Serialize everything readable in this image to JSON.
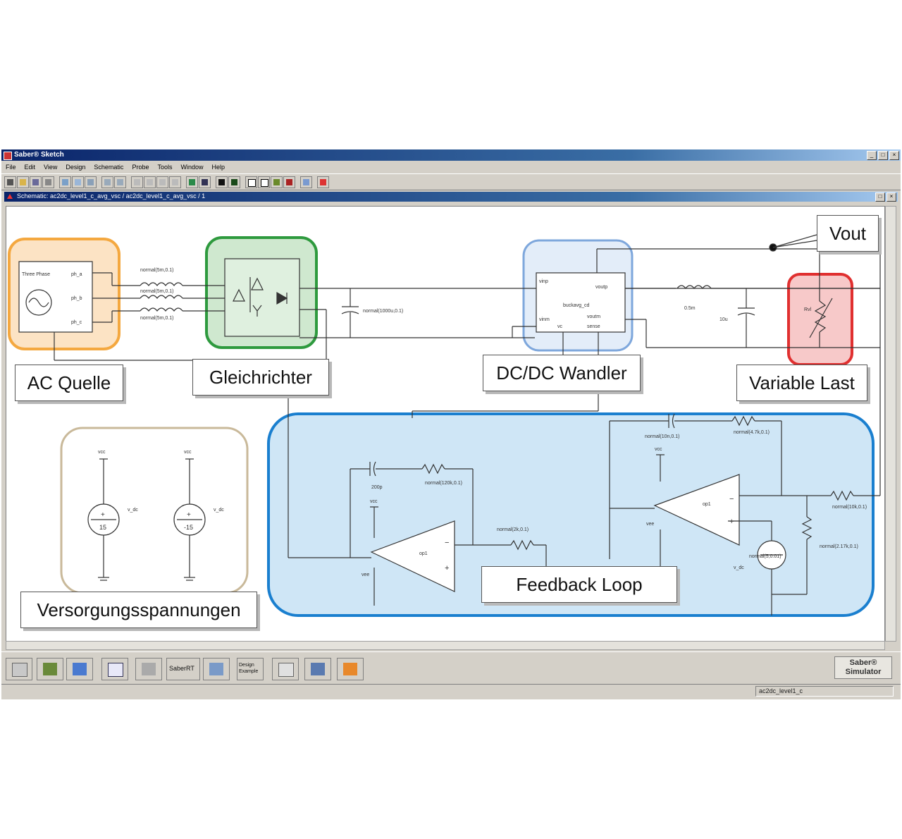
{
  "window": {
    "title": "Saber® Sketch",
    "document_title": "Schematic: ac2dc_level1_c_avg_vsc / ac2dc_level1_c_avg_vsc / 1"
  },
  "menu": [
    "File",
    "Edit",
    "View",
    "Design",
    "Schematic",
    "Probe",
    "Tools",
    "Window",
    "Help"
  ],
  "callouts": {
    "ac_source": "AC Quelle",
    "rectifier": "Gleichrichter",
    "dcdc": "DC/DC Wandler",
    "vout": "Vout",
    "variable_load": "Variable Last",
    "supplies": "Versorgungsspannungen",
    "feedback": "Feedback Loop"
  },
  "schematic": {
    "source_label": "Three Phase",
    "phases": [
      "ph_a",
      "ph_b",
      "ph_c"
    ],
    "inductor_labels": [
      "normal(5m,0.1)",
      "normal(5m,0.1)",
      "normal(5m,0.1)"
    ],
    "bus_cap_label": "normal(1000u,0.1)",
    "dcdc_block": "buckavg_cd",
    "dcdc_pins": [
      "vinp",
      "voutp",
      "vinm",
      "vc",
      "voutm",
      "sense"
    ],
    "output_inductor": "0.5m",
    "output_cap": "10u",
    "load_label": "Rvl",
    "supply_values": [
      "15",
      "-15"
    ],
    "supply_labels": [
      "vcc",
      "vcc",
      "v_dc",
      "v_dc"
    ],
    "fb_cap1": "200p",
    "fb_r1": "normal(120k,0.1)",
    "fb_r2": "normal(2k,0.1)",
    "fb_cap2": "normal(10n,0.1)",
    "fb_r3": "normal(4.7k,0.1)",
    "fb_r4": "normal(10k,0.1)",
    "fb_r5": "normal(2.17k,0.1)",
    "fb_vref": "normal(5,0.01)",
    "fb_vref_label": "v_dc",
    "opamp_labels": [
      "op1",
      "op1"
    ],
    "opamp_rails": [
      "vcc",
      "vee",
      "vcc",
      "vee"
    ]
  },
  "bottom": {
    "tool_labels": [
      "SaberRT",
      "Design Example"
    ],
    "logo_line1": "Saber®",
    "logo_line2": "Simulator",
    "status": "ac2dc_level1_c"
  },
  "colors": {
    "ac_source_fill": "#fce3c4",
    "ac_source_border": "#f4a840",
    "rectifier_fill": "#cfe8cf",
    "rectifier_border": "#2e9a3e",
    "dcdc_fill": "#e3edf9",
    "dcdc_border": "#7ea7dc",
    "load_fill": "#f7c9c9",
    "load_border": "#e03030",
    "supply_border": "#c9b99a",
    "feedback_fill": "#cfe6f6",
    "feedback_border": "#1a7fcf"
  }
}
